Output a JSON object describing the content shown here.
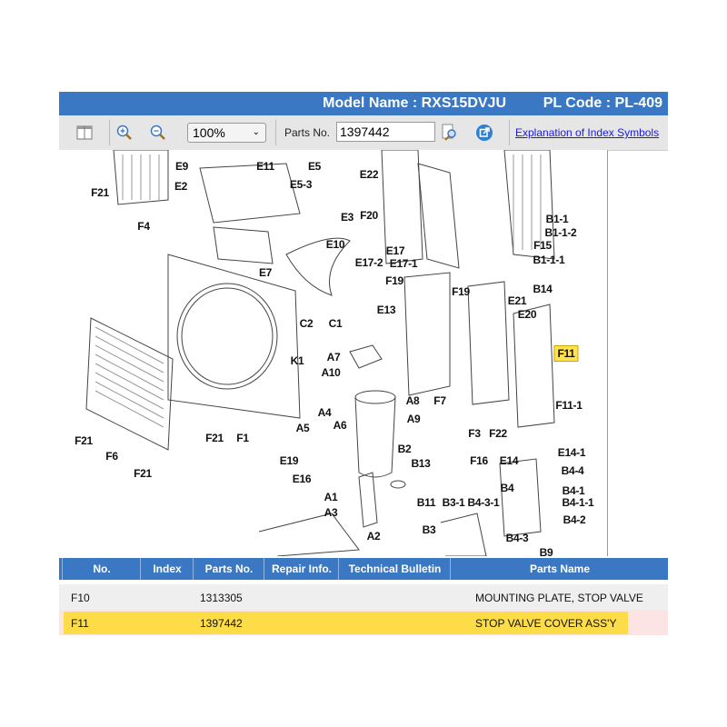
{
  "header": {
    "model_name": "Model Name : RXS15DVJU",
    "pl_code": "PL Code : PL-409"
  },
  "toolbar": {
    "zoom_value": "100%",
    "parts_no_label": "Parts No.",
    "parts_no_value": "1397442",
    "explanation_link": "Explanation of Index Symbols",
    "icons": [
      "layout-icon",
      "zoom-in-icon",
      "zoom-out-icon",
      "document-search-icon",
      "external-link-icon"
    ]
  },
  "diagram": {
    "highlighted": "F11",
    "labels": [
      "F21",
      "F4",
      "E9",
      "E2",
      "E11",
      "E5",
      "E5-3",
      "E22",
      "F20",
      "E3",
      "E10",
      "E7",
      "E17",
      "E17-2",
      "E17-1",
      "F19",
      "B1-1",
      "B1-1-2",
      "F15",
      "B1-1-1",
      "B14",
      "E21",
      "F19",
      "E20",
      "E13",
      "C2",
      "C1",
      "K1",
      "A7",
      "A10",
      "A8",
      "A9",
      "F7",
      "F11",
      "F11-1",
      "F3",
      "F22",
      "F21",
      "F6",
      "F21",
      "F21",
      "F1",
      "A4",
      "A5",
      "A6",
      "E19",
      "E16",
      "B2",
      "B13",
      "F16",
      "E14",
      "E14-1",
      "B4-4",
      "B4-1",
      "B4-1-1",
      "B4",
      "B3-1",
      "B4-3-1",
      "B11",
      "A1",
      "A3",
      "A2",
      "B3",
      "B4-2",
      "B4-3",
      "B9"
    ]
  },
  "table": {
    "headers": [
      "No.",
      "Index",
      "Parts No.",
      "Repair Info.",
      "Technical Bulletin",
      "Parts Name"
    ],
    "rows": [
      {
        "no": "F10",
        "index": "",
        "parts_no": "1313305",
        "repair": "",
        "bulletin": "",
        "name": "MOUNTING PLATE, STOP VALVE"
      },
      {
        "no": "F11",
        "index": "",
        "parts_no": "1397442",
        "repair": "",
        "bulletin": "",
        "name": "STOP VALVE COVER ASS'Y",
        "selected": true
      }
    ]
  },
  "colors": {
    "header": "#3a78c4",
    "highlight": "#fcdc47",
    "selected_row": "#fde4e4"
  }
}
